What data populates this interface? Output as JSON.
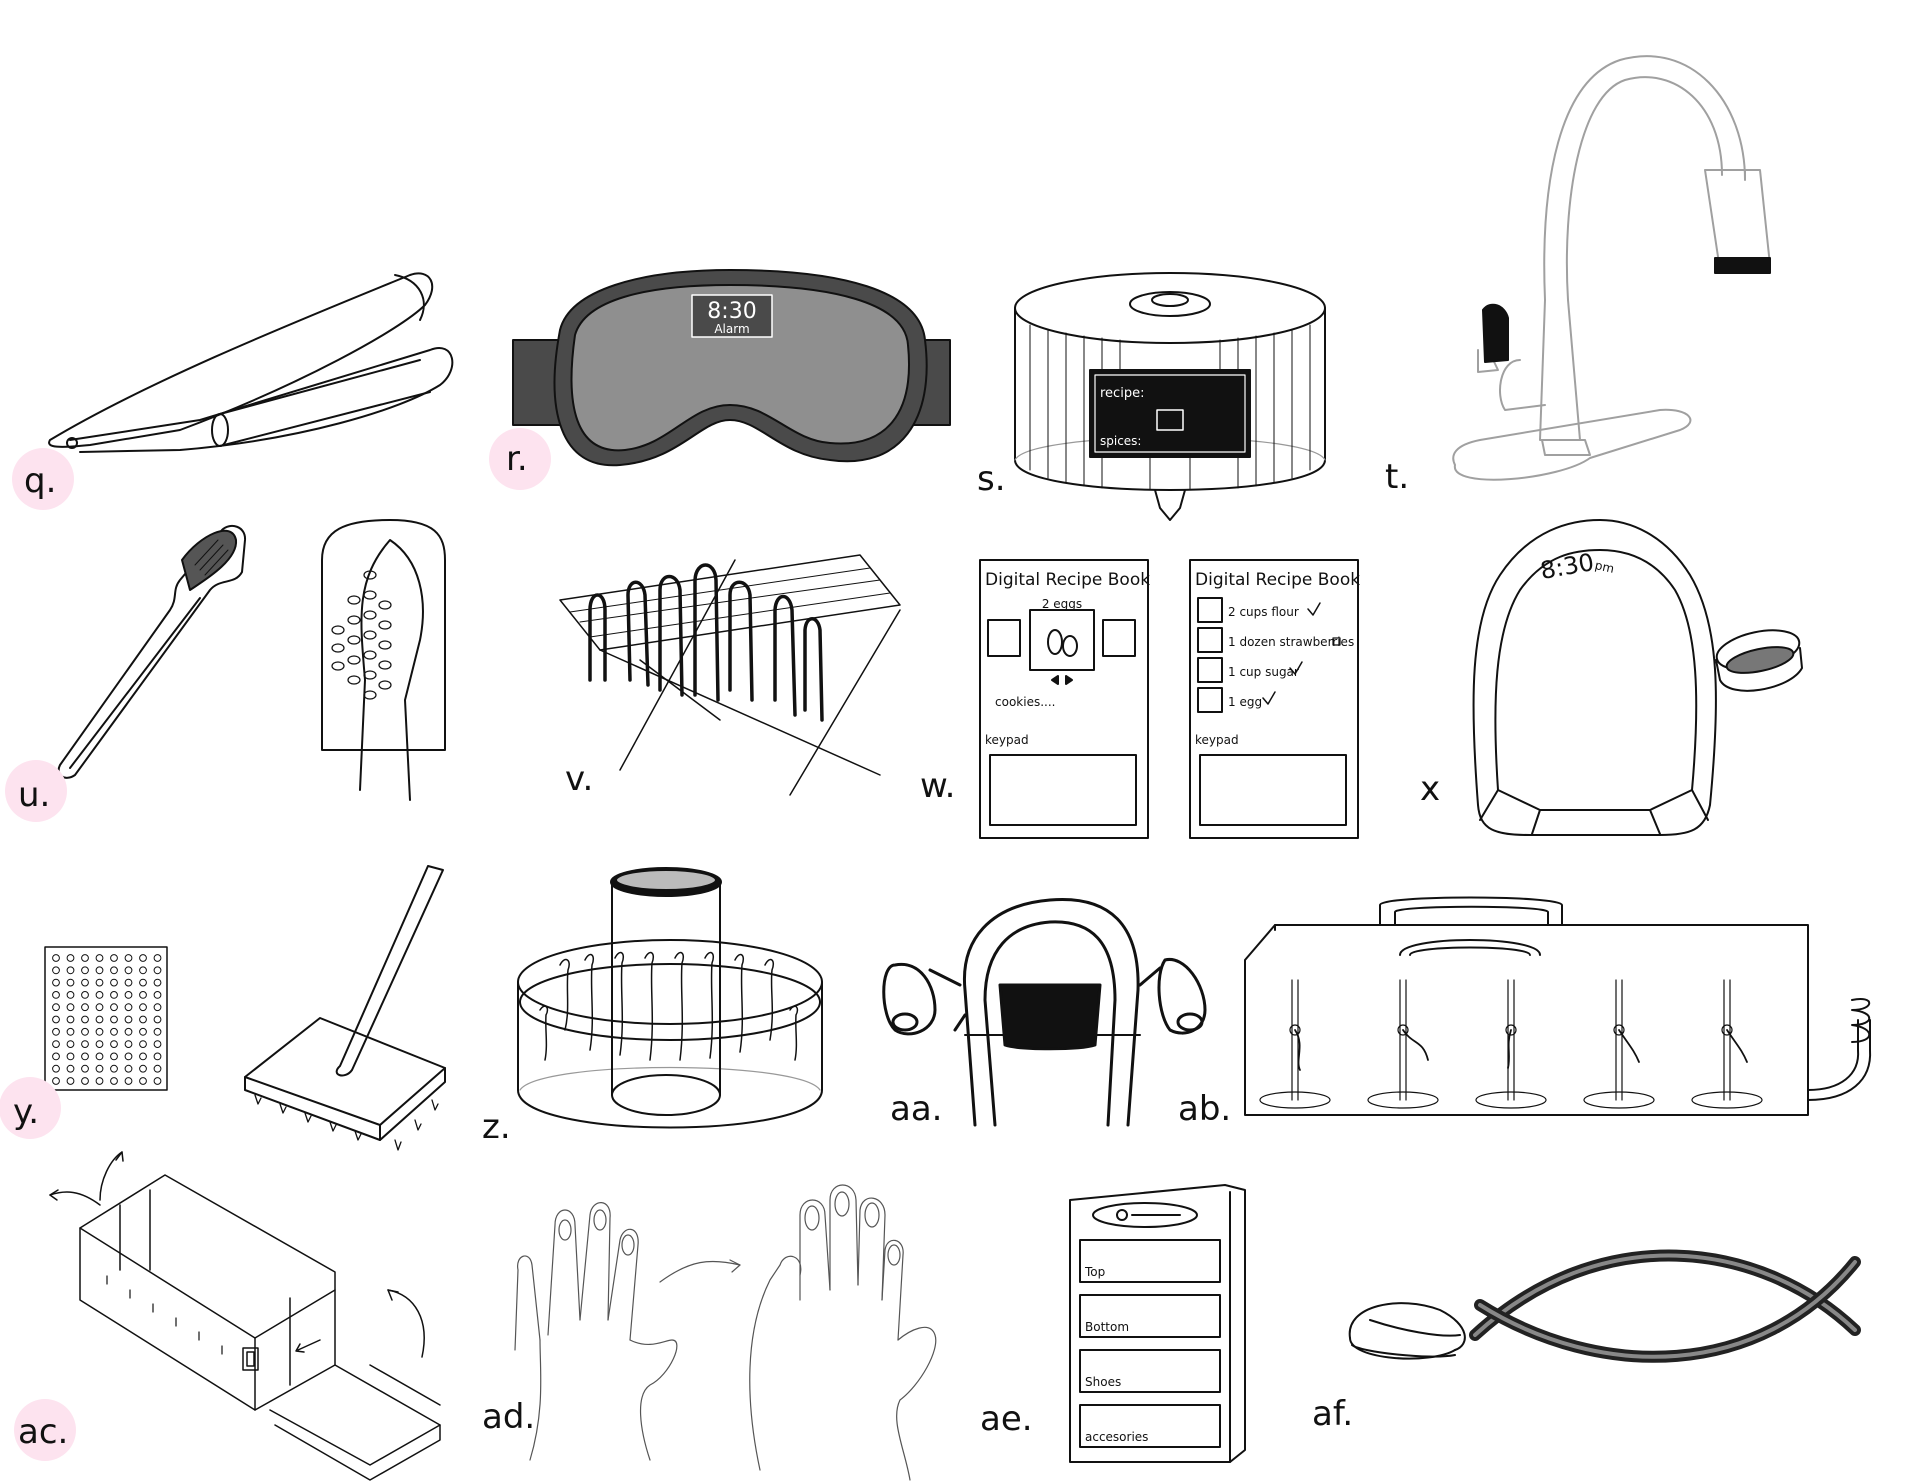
{
  "colors": {
    "label_highlight": "#fde3ef",
    "ink": "#111111",
    "mask_gray": "#8f8f8f",
    "mask_dark": "#4a4a4a",
    "faucet_gray": "#a0a0a0"
  },
  "labels": {
    "q": "q.",
    "r": "r.",
    "s": "s.",
    "t": "t.",
    "u": "u.",
    "v": "v.",
    "w": "w.",
    "x": "x",
    "y": "y.",
    "z": "z.",
    "aa": "aa.",
    "ab": "ab.",
    "ac": "ac.",
    "ad": "ad.",
    "ae": "ae.",
    "af": "af."
  },
  "mask": {
    "time": "8:30",
    "caption": "Alarm"
  },
  "spice": {
    "recipe": "recipe:",
    "spices": "spices:"
  },
  "recipe_book": {
    "title": "Digital Recipe Book",
    "page1": {
      "item": "2 eggs",
      "text": "cookies....",
      "keypad": "keypad"
    },
    "page2": {
      "items": [
        "2 cups flour",
        "1 dozen strawberries",
        "1 cup sugar",
        "1 egg"
      ],
      "keypad": "keypad"
    }
  },
  "arch": {
    "time": "8:30",
    "suffix": "pm"
  },
  "wardrobe": {
    "drawers": [
      "Top",
      "Bottom",
      "Shoes",
      "accesories"
    ]
  }
}
